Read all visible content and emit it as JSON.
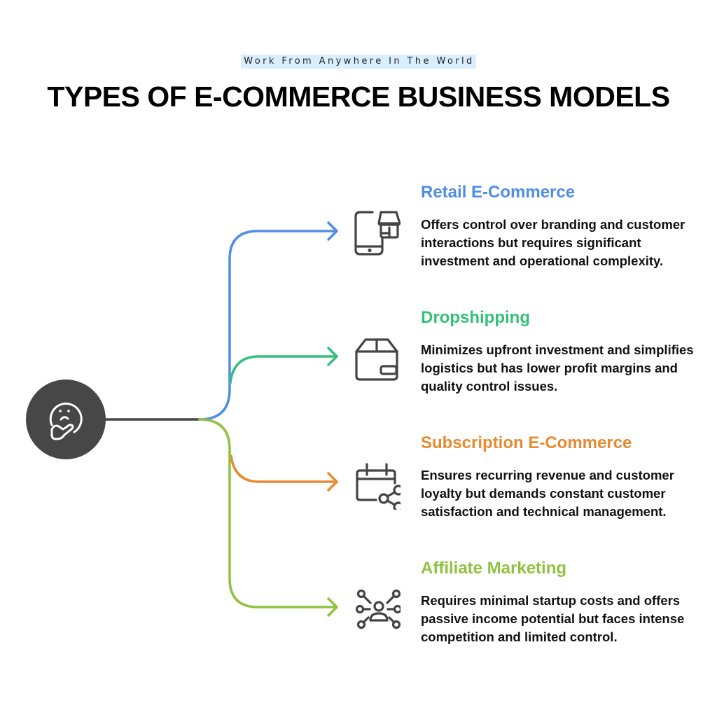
{
  "header": {
    "subtitle": "Work From Anywhere In The World",
    "title": "TYPES OF E-COMMERCE BUSINESS MODELS"
  },
  "hub": {
    "icon": "thinking-face-icon",
    "color": "#474747"
  },
  "items": [
    {
      "title": "Retail E-Commerce",
      "description": "Offers control over branding and customer interactions but requires significant investment and operational complexity.",
      "color": "#4f8ee6",
      "icon": "mobile-store-icon"
    },
    {
      "title": "Dropshipping",
      "description": "Minimizes upfront investment and simplifies logistics but has lower profit margins and quality control issues.",
      "color": "#35c07a",
      "icon": "package-box-icon"
    },
    {
      "title": "Subscription E-Commerce",
      "description": "Ensures recurring revenue and customer loyalty but demands constant customer satisfaction and technical management.",
      "color": "#e78a30",
      "icon": "calendar-share-icon"
    },
    {
      "title": "Affiliate Marketing",
      "description": "Requires minimal startup costs and offers passive income potential but faces intense competition and limited control.",
      "color": "#8fc23f",
      "icon": "user-network-icon"
    }
  ]
}
